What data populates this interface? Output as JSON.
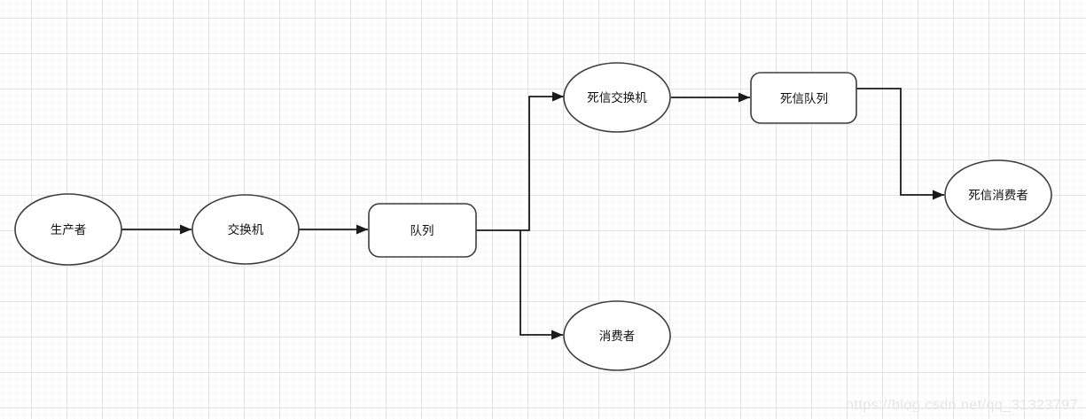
{
  "diagram": {
    "nodes": {
      "producer": {
        "label": "生产者",
        "shape": "ellipse"
      },
      "exchange": {
        "label": "交换机",
        "shape": "ellipse"
      },
      "queue": {
        "label": "队列",
        "shape": "rounded-rect"
      },
      "dead_letter_exchange": {
        "label": "死信交换机",
        "shape": "ellipse"
      },
      "dead_letter_queue": {
        "label": "死信队列",
        "shape": "rounded-rect"
      },
      "dead_letter_consumer": {
        "label": "死信消费者",
        "shape": "ellipse"
      },
      "consumer": {
        "label": "消费者",
        "shape": "ellipse"
      }
    },
    "connections": [
      {
        "from": "producer",
        "to": "exchange"
      },
      {
        "from": "exchange",
        "to": "queue"
      },
      {
        "from": "queue",
        "to": "dead_letter_exchange"
      },
      {
        "from": "queue",
        "to": "consumer"
      },
      {
        "from": "dead_letter_exchange",
        "to": "dead_letter_queue"
      },
      {
        "from": "dead_letter_queue",
        "to": "dead_letter_consumer"
      }
    ],
    "colors": {
      "node_fill": "#ffffff",
      "node_stroke": "#3d3d3d",
      "connector": "#1a1a1a",
      "text": "#111111",
      "grid_minor": "#f6f6f6",
      "grid_major": "#e3e3e3",
      "watermark_text": "#e5e5e5"
    },
    "watermark": "https://blog.csdn.net/qq_31323797"
  }
}
